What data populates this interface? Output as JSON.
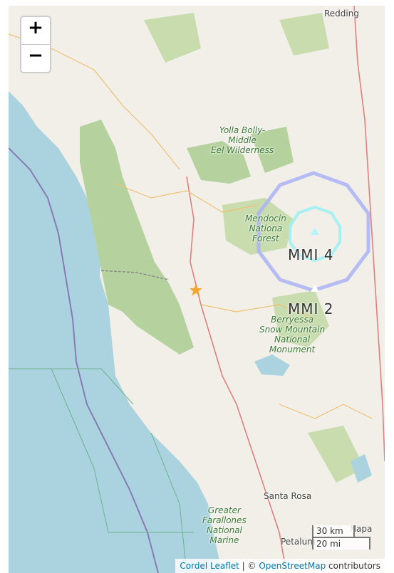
{
  "controls": {
    "zoom_in": "+",
    "zoom_out": "−"
  },
  "cities": {
    "redding": "Redding",
    "santa_rosa": "Santa Rosa",
    "petaluma": "Petalum",
    "napa": "Napa"
  },
  "parks": {
    "yolla_1": "Yolla Bolly-",
    "yolla_2": "Middle",
    "yolla_3": "Eel Wilderness",
    "mendo_1": "Mendocin",
    "mendo_2": "Nationa",
    "mendo_3": "Forest",
    "berry_1": "Berryessa",
    "berry_2": "Snow Mountain",
    "berry_3": "National",
    "berry_4": "Monument",
    "gf_1": "Greater",
    "gf_2": "Farallones",
    "gf_3": "National",
    "gf_4": "Marine"
  },
  "intensity": {
    "mmi4": "MMI 4",
    "mmi2": "MMI 2"
  },
  "scale": {
    "km": "30 km",
    "mi": "20 mi"
  },
  "attribution": {
    "cordel": "Cordel",
    "leaflet": "Leaflet",
    "sep": " | © ",
    "osm": "OpenStreetMap",
    "contrib": " contributors"
  },
  "colors": {
    "land": "#f2efe9",
    "ocean": "#aad3df",
    "forest": "#b5d29e",
    "park_outline": "#9bc38f",
    "mmi4_ring": "#aab3f5",
    "mmi2_ring": "#9ef0f5",
    "star": "#f5a623"
  },
  "marker": {
    "epicenter_icon": "star-icon"
  }
}
